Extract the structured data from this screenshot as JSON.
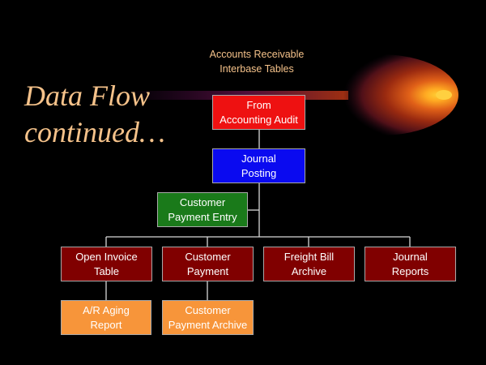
{
  "title": {
    "line1": "Data Flow",
    "line2": "continued…"
  },
  "caption": {
    "line1": "Accounts Receivable",
    "line2": "Interbase Tables"
  },
  "nodes": {
    "from_accounting_audit": {
      "line1": "From",
      "line2": "Accounting Audit",
      "color": "#ee1111"
    },
    "journal_posting": {
      "line1": "Journal",
      "line2": "Posting",
      "color": "#0a0af0"
    },
    "customer_payment_entry": {
      "line1": "Customer",
      "line2": "Payment Entry",
      "color": "#1a7a1a"
    },
    "open_invoice_table": {
      "line1": "Open Invoice",
      "line2": "Table",
      "color": "#800000"
    },
    "customer_payment": {
      "line1": "Customer",
      "line2": "Payment",
      "color": "#800000"
    },
    "freight_bill_archive": {
      "line1": "Freight Bill",
      "line2": "Archive",
      "color": "#800000"
    },
    "journal_reports": {
      "line1": "Journal",
      "line2": "Reports",
      "color": "#800000"
    },
    "ar_aging_report": {
      "line1": "A/R Aging",
      "line2": "Report",
      "color": "#f7953a"
    },
    "customer_payment_archive": {
      "line1": "Customer",
      "line2": "Payment Archive",
      "color": "#f7953a"
    }
  },
  "colors": {
    "title_text": "#f5c28a",
    "connector": "#d8d8d8",
    "background": "#000000"
  }
}
